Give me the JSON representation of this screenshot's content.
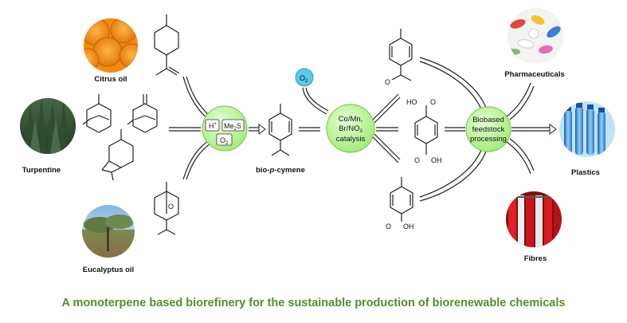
{
  "caption": "A monoterpene based biorefinery for the sustainable production of biorenewable chemicals",
  "sources": {
    "citrus": "Citrus oil",
    "turpentine": "Turpentine",
    "eucalyptus": "Eucalyptus oil"
  },
  "step1": {
    "catalyst_1": "H",
    "catalyst_1_sup": "+",
    "catalyst_2": "Me",
    "catalyst_2_sub": "2",
    "catalyst_2_end": "S",
    "catalyst_3": "O",
    "catalyst_3_sub": "2"
  },
  "product": {
    "prefix": "bio-",
    "italic": "p",
    "suffix": "-cymene"
  },
  "oxidant": {
    "text": "O",
    "sub": "2"
  },
  "step2": {
    "line1": "Co/Mn,",
    "line2": "Br/NO",
    "line2_sub": "3",
    "line3": "catalysis"
  },
  "step3": {
    "line1": "Biobased",
    "line2": "feedstock",
    "line3": "processing"
  },
  "groups": {
    "ho": "HO",
    "oh": "OH",
    "o": "O"
  },
  "outputs": {
    "pharma": "Pharmaceuticals",
    "plastics": "Plastics",
    "fibres": "Fibres"
  },
  "colors": {
    "caption": "#5a8a2c",
    "node_fill": "#b9f29a",
    "node_stroke": "#7fcf5a",
    "oxygen_fill": "#5bc8ea"
  }
}
